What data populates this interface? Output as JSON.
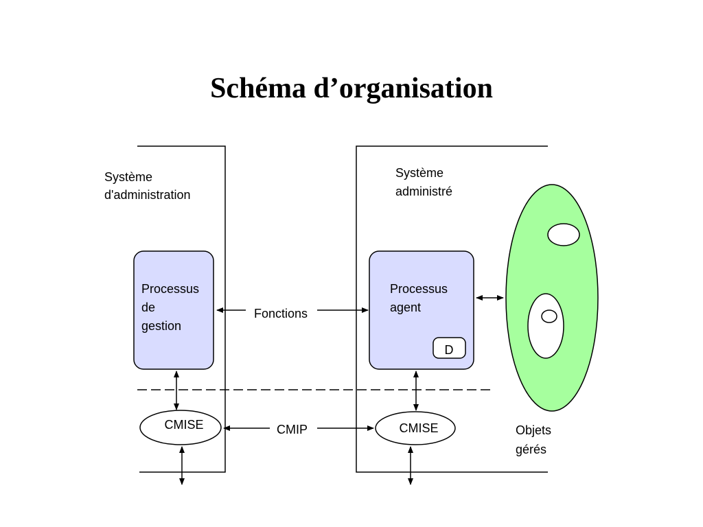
{
  "title": "Schéma d’organisation",
  "labels": {
    "manager_system": [
      "Système",
      "d'administration"
    ],
    "managed_system": [
      "Système",
      "administré"
    ],
    "manager_process": [
      "Processus",
      "de",
      "gestion"
    ],
    "agent_process": [
      "Processus",
      "agent"
    ],
    "functions": "Fonctions",
    "cmip": "CMIP",
    "cmise_left": "CMISE",
    "cmise_right": "CMISE",
    "d_box": "D",
    "managed_objects": [
      "Objets",
      "gérés"
    ]
  },
  "colors": {
    "process_fill": "#d9dcff",
    "objects_fill": "#a6ff9e",
    "stroke": "#000000"
  }
}
